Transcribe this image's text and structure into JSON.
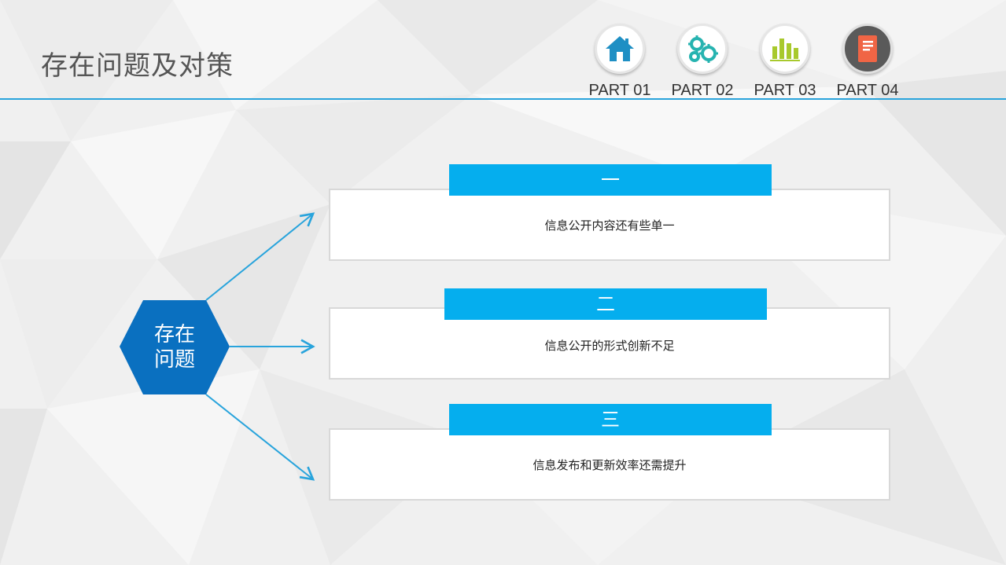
{
  "page": {
    "title": "存在问题及对策"
  },
  "nav": {
    "items": [
      {
        "label": "PART 01",
        "icon": "home-icon",
        "color": "#1e8fc4"
      },
      {
        "label": "PART 02",
        "icon": "gears-icon",
        "color": "#26b3b0"
      },
      {
        "label": "PART 03",
        "icon": "bar-chart-icon",
        "color": "#a8c92d"
      },
      {
        "label": "PART 04",
        "icon": "document-icon",
        "color": "#f06545"
      }
    ],
    "active_index": 3
  },
  "center": {
    "line1": "存在",
    "line2": "问题",
    "color": "#0a70c0"
  },
  "items": [
    {
      "number": "一",
      "text": "信息公开内容还有些单一"
    },
    {
      "number": "二",
      "text": "信息公开的形式创新不足"
    },
    {
      "number": "三",
      "text": "信息发布和更新效率还需提升"
    }
  ],
  "colors": {
    "accent": "#29a4dc",
    "band": "#05aeee",
    "arrow": "#29a4dc"
  }
}
